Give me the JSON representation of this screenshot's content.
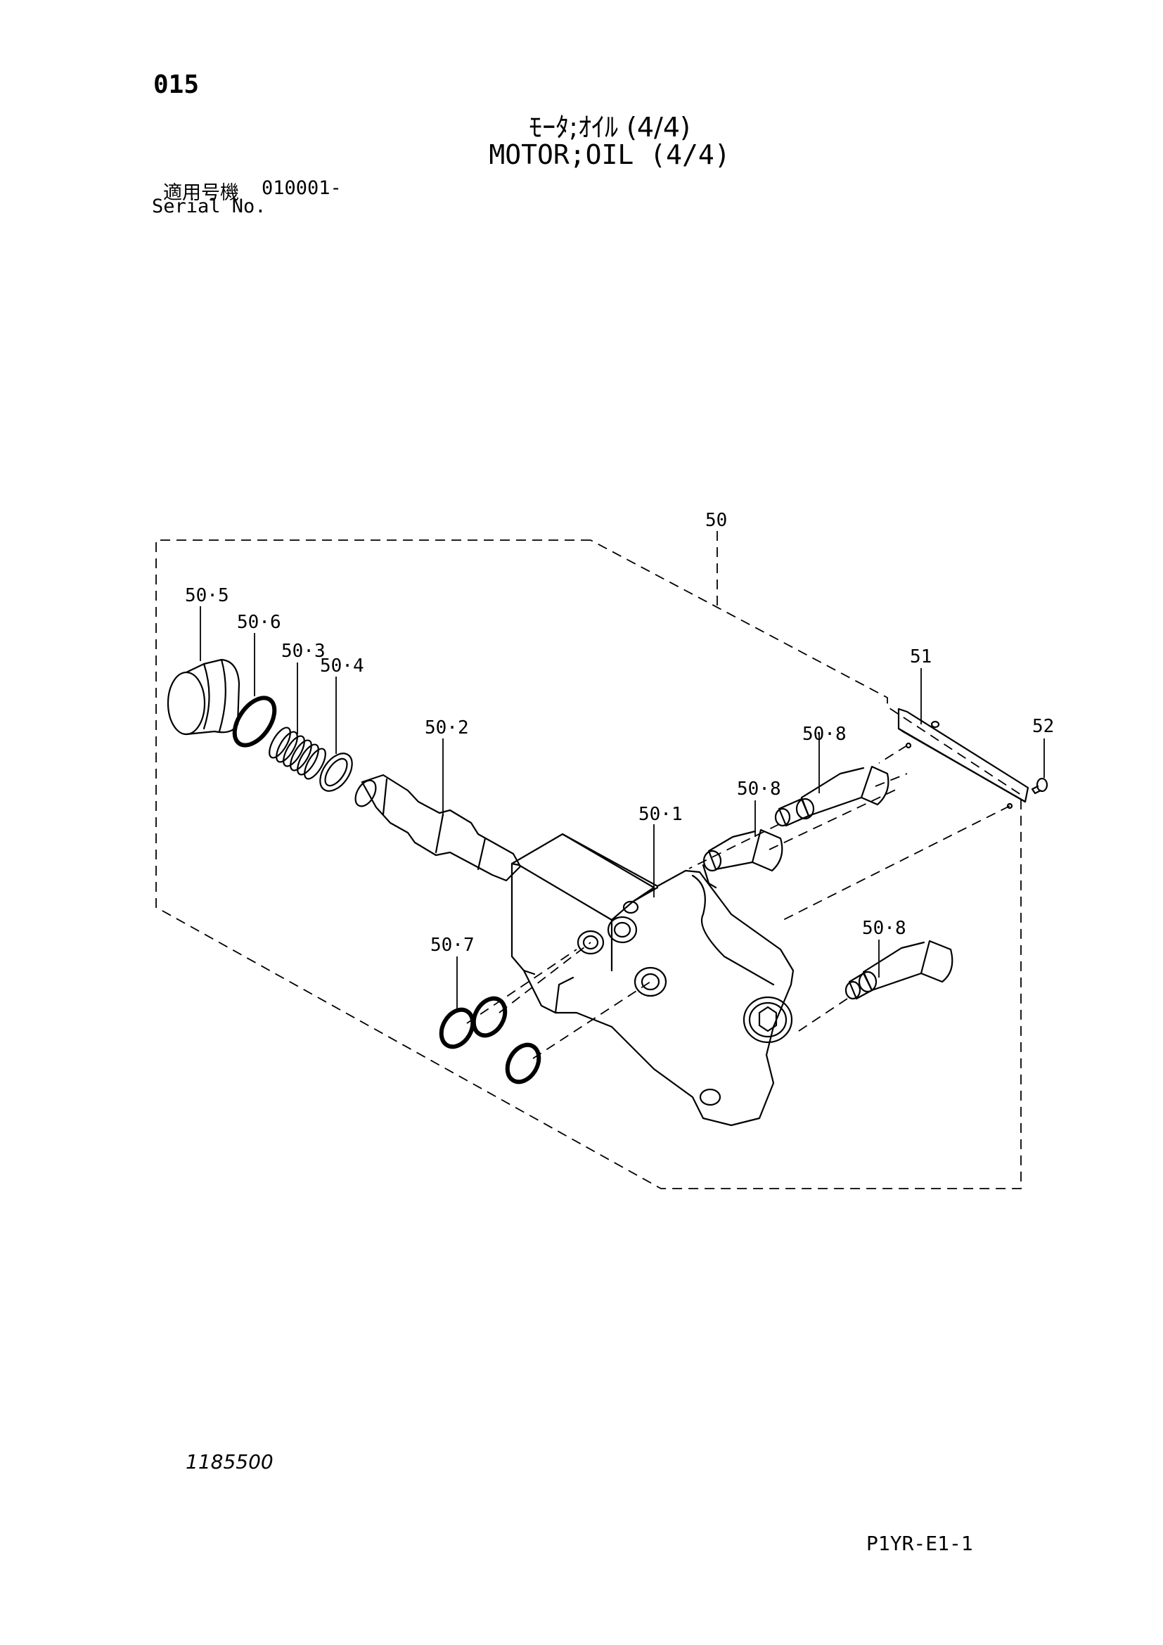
{
  "header": {
    "page_code": "015",
    "title_jp": "ﾓｰﾀ;ｵｲﾙ (4/4)",
    "title_en": "MOTOR;OIL (4/4)",
    "serial_label_jp": "適用号機",
    "serial_value": "010001-",
    "serial_label_en": "Serial No."
  },
  "footer": {
    "drawing_number": "1185500",
    "sheet_ref": "P1YR-E1-1"
  },
  "callouts": {
    "c50": "50",
    "c50_5": "50·5",
    "c50_6": "50·6",
    "c50_3": "50·3",
    "c50_4": "50·4",
    "c50_2": "50·2",
    "c50_1": "50·1",
    "c50_8a": "50·8",
    "c50_8b": "50·8",
    "c50_8c": "50·8",
    "c50_7": "50·7",
    "c51": "51",
    "c52": "52"
  }
}
